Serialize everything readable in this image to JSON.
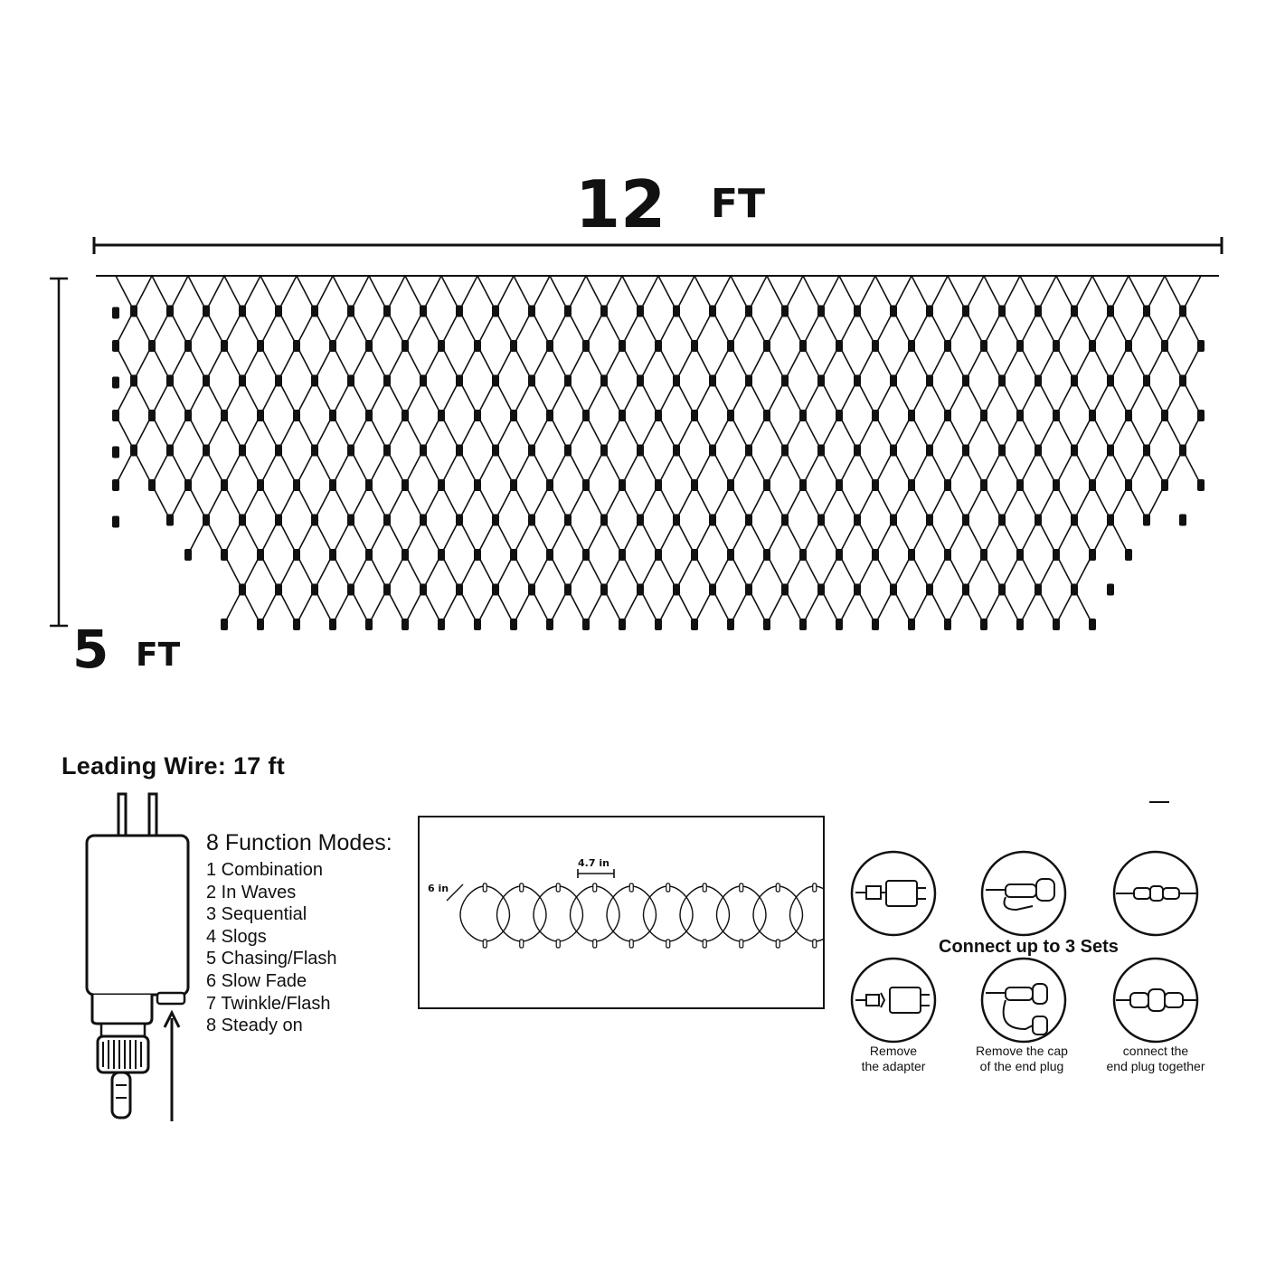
{
  "dimensions": {
    "width_value": "12",
    "width_unit": "FT",
    "height_value": "5",
    "height_unit": "FT"
  },
  "leading_wire": "Leading Wire: 17 ft",
  "modes": {
    "title": "8 Function Modes:",
    "items": [
      "1 Combination",
      "2 In Waves",
      "3 Sequential",
      "4 Slogs",
      "5 Chasing/Flash",
      "6 Slow Fade",
      "7 Twinkle/Flash",
      "8 Steady on"
    ]
  },
  "spacing": {
    "horizontal": "4.7 in",
    "vertical": "6 in"
  },
  "connect": {
    "title": "Connect up to 3 Sets",
    "steps": [
      {
        "caption_line1": "Remove",
        "caption_line2": "the adapter",
        "icon": "adapter-icon"
      },
      {
        "caption_line1": "Remove the cap",
        "caption_line2": "of the end plug",
        "icon": "end-plug-cap-icon"
      },
      {
        "caption_line1": "connect the",
        "caption_line2": "end plug together",
        "icon": "plug-connect-icon"
      }
    ]
  },
  "colors": {
    "line": "#111111",
    "background": "#ffffff"
  }
}
